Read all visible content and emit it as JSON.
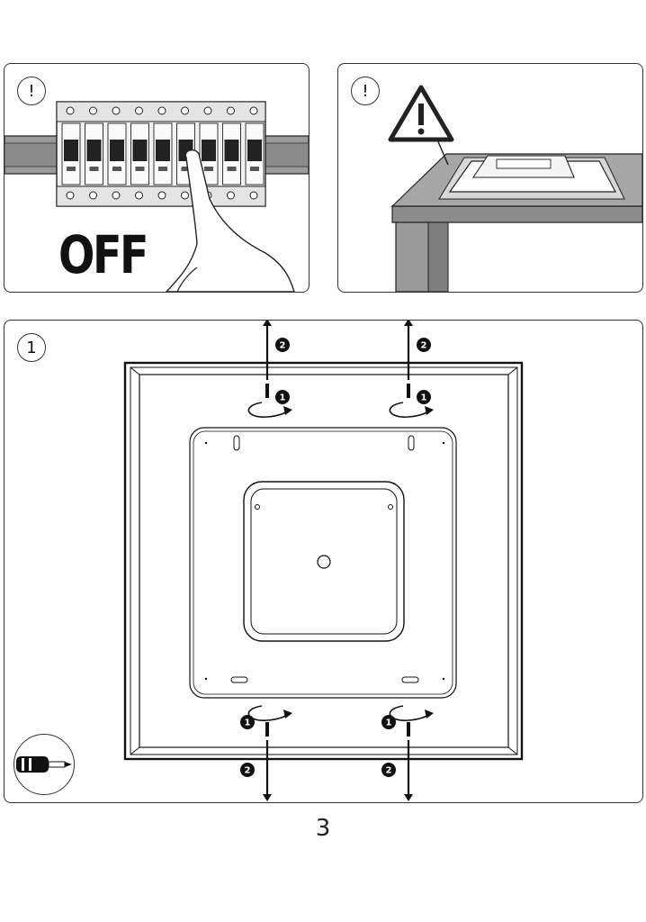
{
  "panels": {
    "power": {
      "badge": "!",
      "label": "OFF"
    },
    "surface": {
      "badge": "!"
    },
    "step1": {
      "badge": "1"
    }
  },
  "step_markers": {
    "unscrew": "1",
    "remove": "2"
  },
  "icons": [
    "warning-triangle-icon",
    "screwdriver-icon",
    "arrow-icon",
    "rotate-arrow-icon",
    "screw-icon"
  ],
  "page_number": "3"
}
